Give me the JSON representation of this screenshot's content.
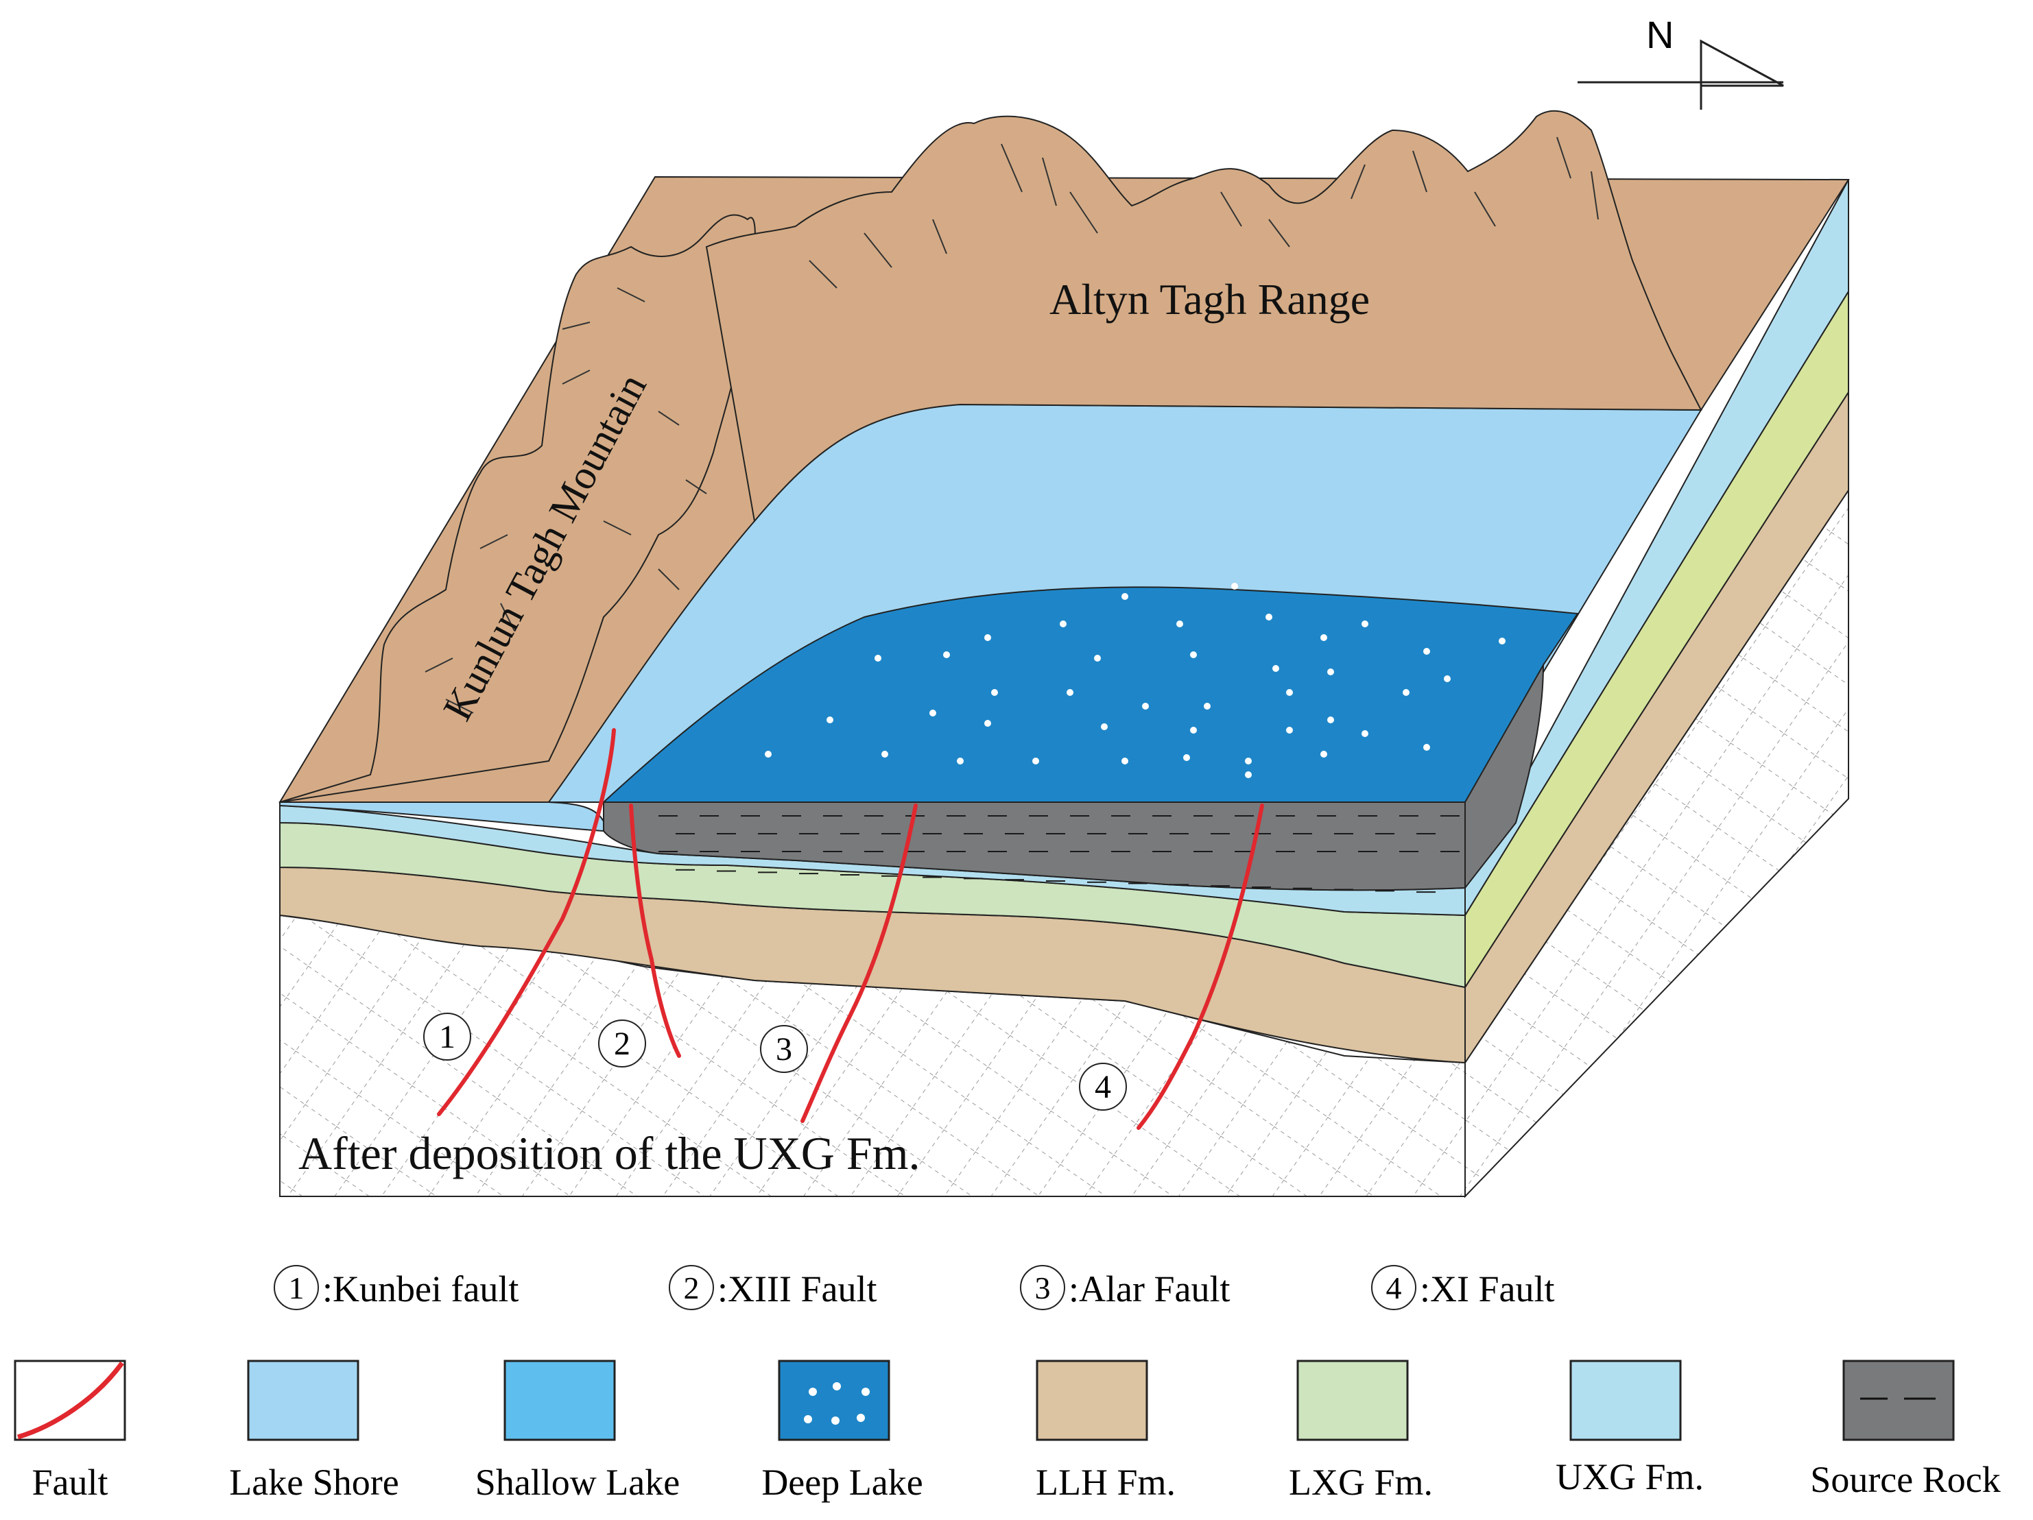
{
  "colors": {
    "mountain": "#d4ab86",
    "lake_shore": "#a3d6f2",
    "shallow_lake": "#5ebfee",
    "deep_lake": "#1e86c8",
    "llh": "#dcc3a1",
    "lxg": "#cde4be",
    "uxg": "#b2dff0",
    "uxg_side": "#d6e49c",
    "source_rock": "#797a7c",
    "fault": "#e0282e",
    "basement": "#ffffff"
  },
  "compass": {
    "label": "N"
  },
  "labels": {
    "altyn": "Altyn Tagh Range",
    "kunlun": "Kunlun Tagh Mountain",
    "stage": "After deposition of  the UXG Fm."
  },
  "faults": [
    {
      "number": "1"
    },
    {
      "number": "2"
    },
    {
      "number": "3"
    },
    {
      "number": "4"
    }
  ],
  "fault_legend": [
    {
      "number": "1",
      "text": ":Kunbei fault"
    },
    {
      "number": "2",
      "text": ":XIII Fault"
    },
    {
      "number": "3",
      "text": ":Alar Fault"
    },
    {
      "number": "4",
      "text": ":XI Fault"
    }
  ],
  "legend": [
    {
      "key": "fault",
      "label": "Fault"
    },
    {
      "key": "lake_shore",
      "label": "Lake Shore"
    },
    {
      "key": "shallow_lake",
      "label": "Shallow Lake"
    },
    {
      "key": "deep_lake",
      "label": "Deep Lake"
    },
    {
      "key": "llh",
      "label": "LLH Fm."
    },
    {
      "key": "lxg",
      "label": "LXG Fm."
    },
    {
      "key": "uxg",
      "label": "UXG Fm."
    },
    {
      "key": "source_rock",
      "label": "Source Rock"
    }
  ]
}
